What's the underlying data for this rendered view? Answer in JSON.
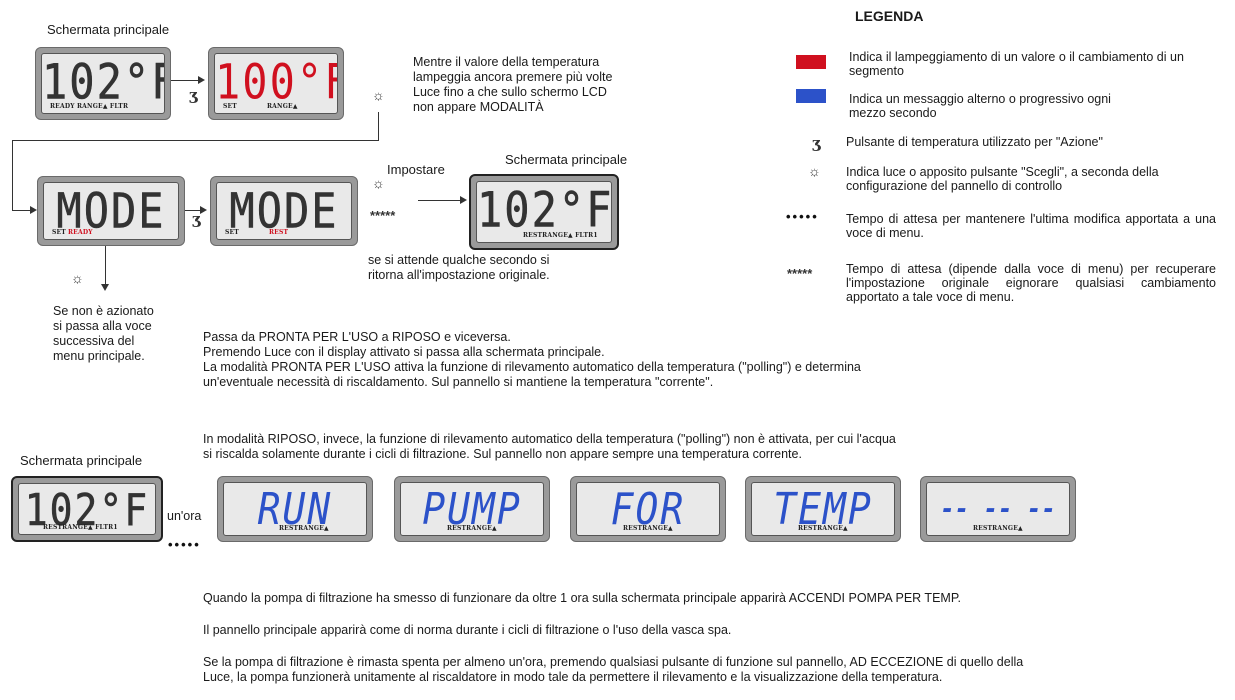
{
  "top_left": {
    "title": "Schermata principale",
    "lcd1": {
      "value": "102°F",
      "sub": "READY      RANGE▲ FLTR"
    },
    "lcd2": {
      "value": "100°F",
      "sub_set": "SET",
      "sub_range": "RANGE▲"
    },
    "instruction": "Mentre il valore della temperatura lampeggia ancora premere più volte Luce fino a che sullo schermo LCD non appare MODALITÀ"
  },
  "mode_row": {
    "lcd3": {
      "value": "MODE",
      "sub_set": "SET",
      "sub_state": "READY"
    },
    "lcd4": {
      "value": "MODE",
      "sub_set": "SET",
      "sub_state": "REST"
    },
    "set_label": "Impostare",
    "title2": "Schermata principale",
    "lcd5": {
      "value": "102°F",
      "sub": "RESTRANGE▲ FLTR1"
    },
    "wait_text": "se si attende qualche secondo si ritorna all'impostazione originale.",
    "next_text": "Se non è azionato si passa alla voce successiva del menu principale."
  },
  "legend": {
    "title": "LEGENDA",
    "red_color": "#d0101f",
    "blue_color": "#2c52c9",
    "items": [
      "Indica il lampeggiamento di un valore o il cambiamento di un segmento",
      "Indica un messaggio alterno o progressivo ogni mezzo secondo",
      "Pulsante di temperatura utilizzato per \"Azione\"",
      "Indica luce o apposito pulsante \"Scegli\", a seconda della configurazione del pannello di controllo",
      "Tempo di attesa per mantenere l'ultima modifica apportata a una voce di menu.",
      "Tempo di attesa (dipende dalla voce di menu) per recuperare l'impostazione originale eignorare qualsiasi cambiamento apportato a tale voce di menu."
    ]
  },
  "middle_text": [
    "Passa da PRONTA PER L'USO a RIPOSO e viceversa.",
    "Premendo Luce con il display attivato si passa alla schermata principale.",
    "La modalità PRONTA PER L'USO attiva la funzione di rilevamento automatico della temperatura (\"polling\") e determina un'eventuale necessità di riscaldamento. Sul pannello si mantiene la temperatura \"corrente\"."
  ],
  "rest_text": "In modalità RIPOSO, invece, la funzione di rilevamento automatico della temperatura (\"polling\") non è attivata, per cui l'acqua si riscalda solamente durante i cicli di filtrazione. Sul pannello non appare sempre una temperatura corrente.",
  "bottom_row": {
    "title": "Schermata principale",
    "lcd_main": {
      "value": "102°F",
      "sub": "RESTRANGE▲ FLTR1"
    },
    "hour_label": "un'ora",
    "dots": "•••••",
    "seq": [
      {
        "value": "RUN",
        "sub": "RESTRANGE▲"
      },
      {
        "value": "PUMP",
        "sub": "RESTRANGE▲"
      },
      {
        "value": "FOR",
        "sub": "RESTRANGE▲"
      },
      {
        "value": "TEMP",
        "sub": "RESTRANGE▲"
      },
      {
        "value": "-- -- -- --",
        "sub": "RESTRANGE▲"
      }
    ]
  },
  "bottom_text": [
    "Quando la pompa di filtrazione ha smesso di funzionare da oltre 1 ora sulla schermata principale apparirà ACCENDI POMPA PER TEMP.",
    "Il pannello principale apparirà come di norma durante i cicli di filtrazione o l'uso della vasca spa.",
    "Se la pompa di filtrazione è rimasta spenta per almeno un'ora, premendo qualsiasi pulsante di funzione sul pannello, AD ECCEZIONE di quello della Luce, la pompa funzionerà unitamente al riscaldatore in modo tale da permettere il rilevamento e la visualizzazione della temperatura."
  ],
  "icons": {
    "light": "☼",
    "temp": "ʒ",
    "dots": "•••••",
    "stars": "*****"
  }
}
